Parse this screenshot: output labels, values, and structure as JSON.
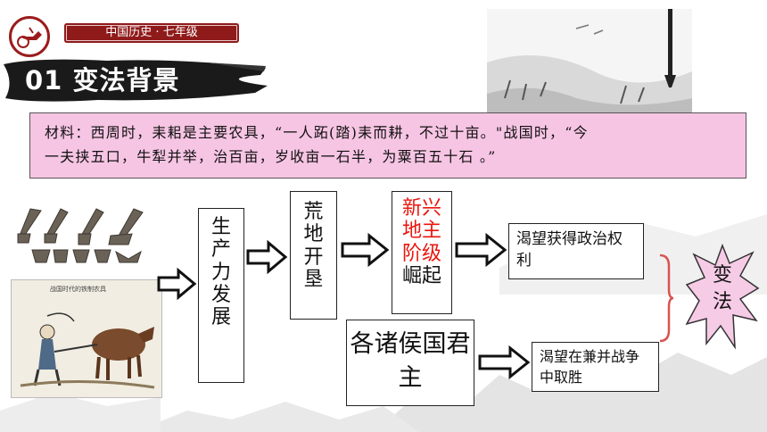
{
  "header": {
    "course_tag": "中国历史 · 七年级",
    "section_title": "01 变法背景"
  },
  "material": {
    "line1": "材料：西周时，耒耜是主要农具，“一人跖(踏)耒而耕，不过十亩。\"战国时，“今",
    "line2": "一夫挟五口，牛犁并举，治百亩，岁收亩一石半，为粟百五十石 。”"
  },
  "images": {
    "farming_caption": "战国时代的铁制农具"
  },
  "diagram": {
    "productivity": [
      "生",
      "产",
      "力",
      "发",
      "展"
    ],
    "wasteland": [
      "荒",
      "地",
      "开",
      "垦"
    ],
    "landlord_red": [
      "新兴",
      "地主",
      "阶级"
    ],
    "landlord_black": "崛起",
    "political": "渴望获得政治权利",
    "rulers": "各诸侯国君主",
    "war": "渴望在兼并战争中取胜",
    "reform": [
      "变",
      "法"
    ]
  },
  "colors": {
    "accent_red": "#e8170f",
    "tag_bg": "#8f1a1a",
    "material_bg": "#f7c5e4",
    "burst_fill": "#f6cbe6"
  }
}
